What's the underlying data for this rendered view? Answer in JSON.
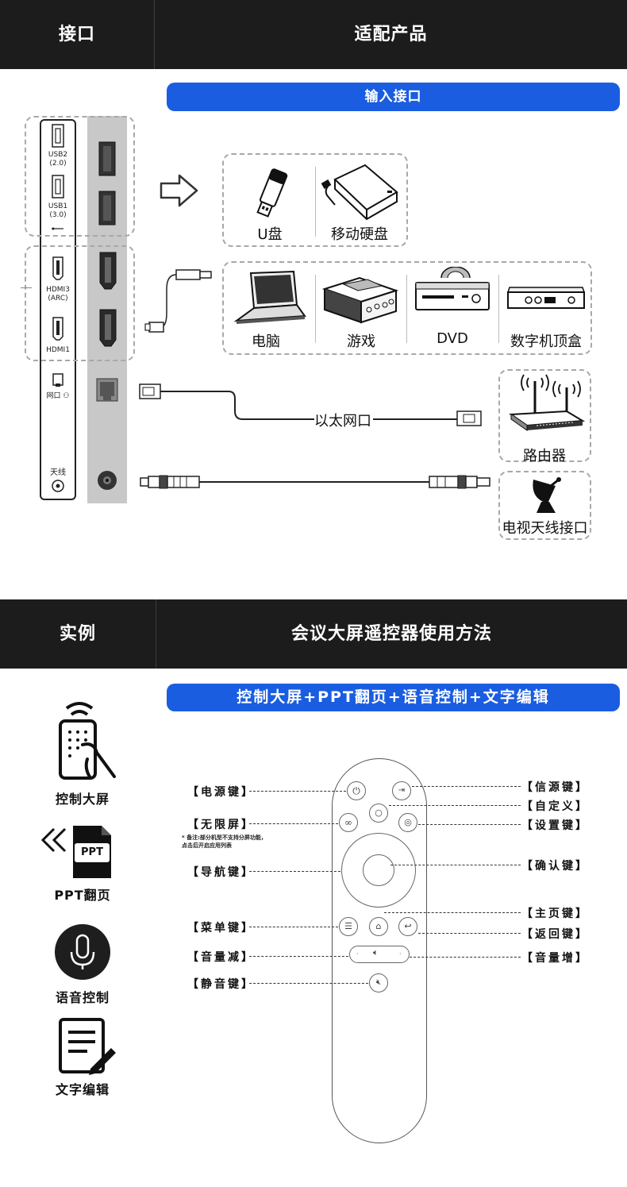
{
  "section1": {
    "header_left": "接口",
    "header_right": "适配产品",
    "banner": "输入接口",
    "ports": {
      "usb2": "USB2\n(2.0)",
      "usb1": "USB1\n(3.0)",
      "hdmi3": "HDMI3\n(ARC)",
      "hdmi1": "HDMI1",
      "lan": "网口",
      "antenna": "天线"
    },
    "devices": {
      "udisk": "U盘",
      "hdd": "移动硬盘",
      "pc": "电脑",
      "game": "游戏",
      "dvd": "DVD",
      "stb": "数字机顶盒",
      "router": "路由器",
      "tv_antenna": "电视天线接口"
    },
    "ethernet_label": "以太网口"
  },
  "section2": {
    "header_left": "实例",
    "header_right": "会议大屏遥控器使用方法",
    "banner": "控制大屏+PPT翻页+语音控制+文字编辑",
    "features": [
      "控制大屏",
      "PPT翻页",
      "语音控制",
      "文字编辑"
    ],
    "ppt_badge": "PPT",
    "remote_left": {
      "power": "【电源键】",
      "infinite": "【无限屏】",
      "note": "* 备注:部分机型不支持分屏功能，点击后开启应用列表",
      "nav": "【导航键】",
      "menu": "【菜单键】",
      "vol_down": "【音量减】",
      "mute": "【静音键】"
    },
    "remote_right": {
      "source": "【信源键】",
      "custom": "【自定义】",
      "settings": "【设置键】",
      "ok": "【确认键】",
      "home": "【主页键】",
      "back": "【返回键】",
      "vol_up": "【音量增】"
    }
  }
}
